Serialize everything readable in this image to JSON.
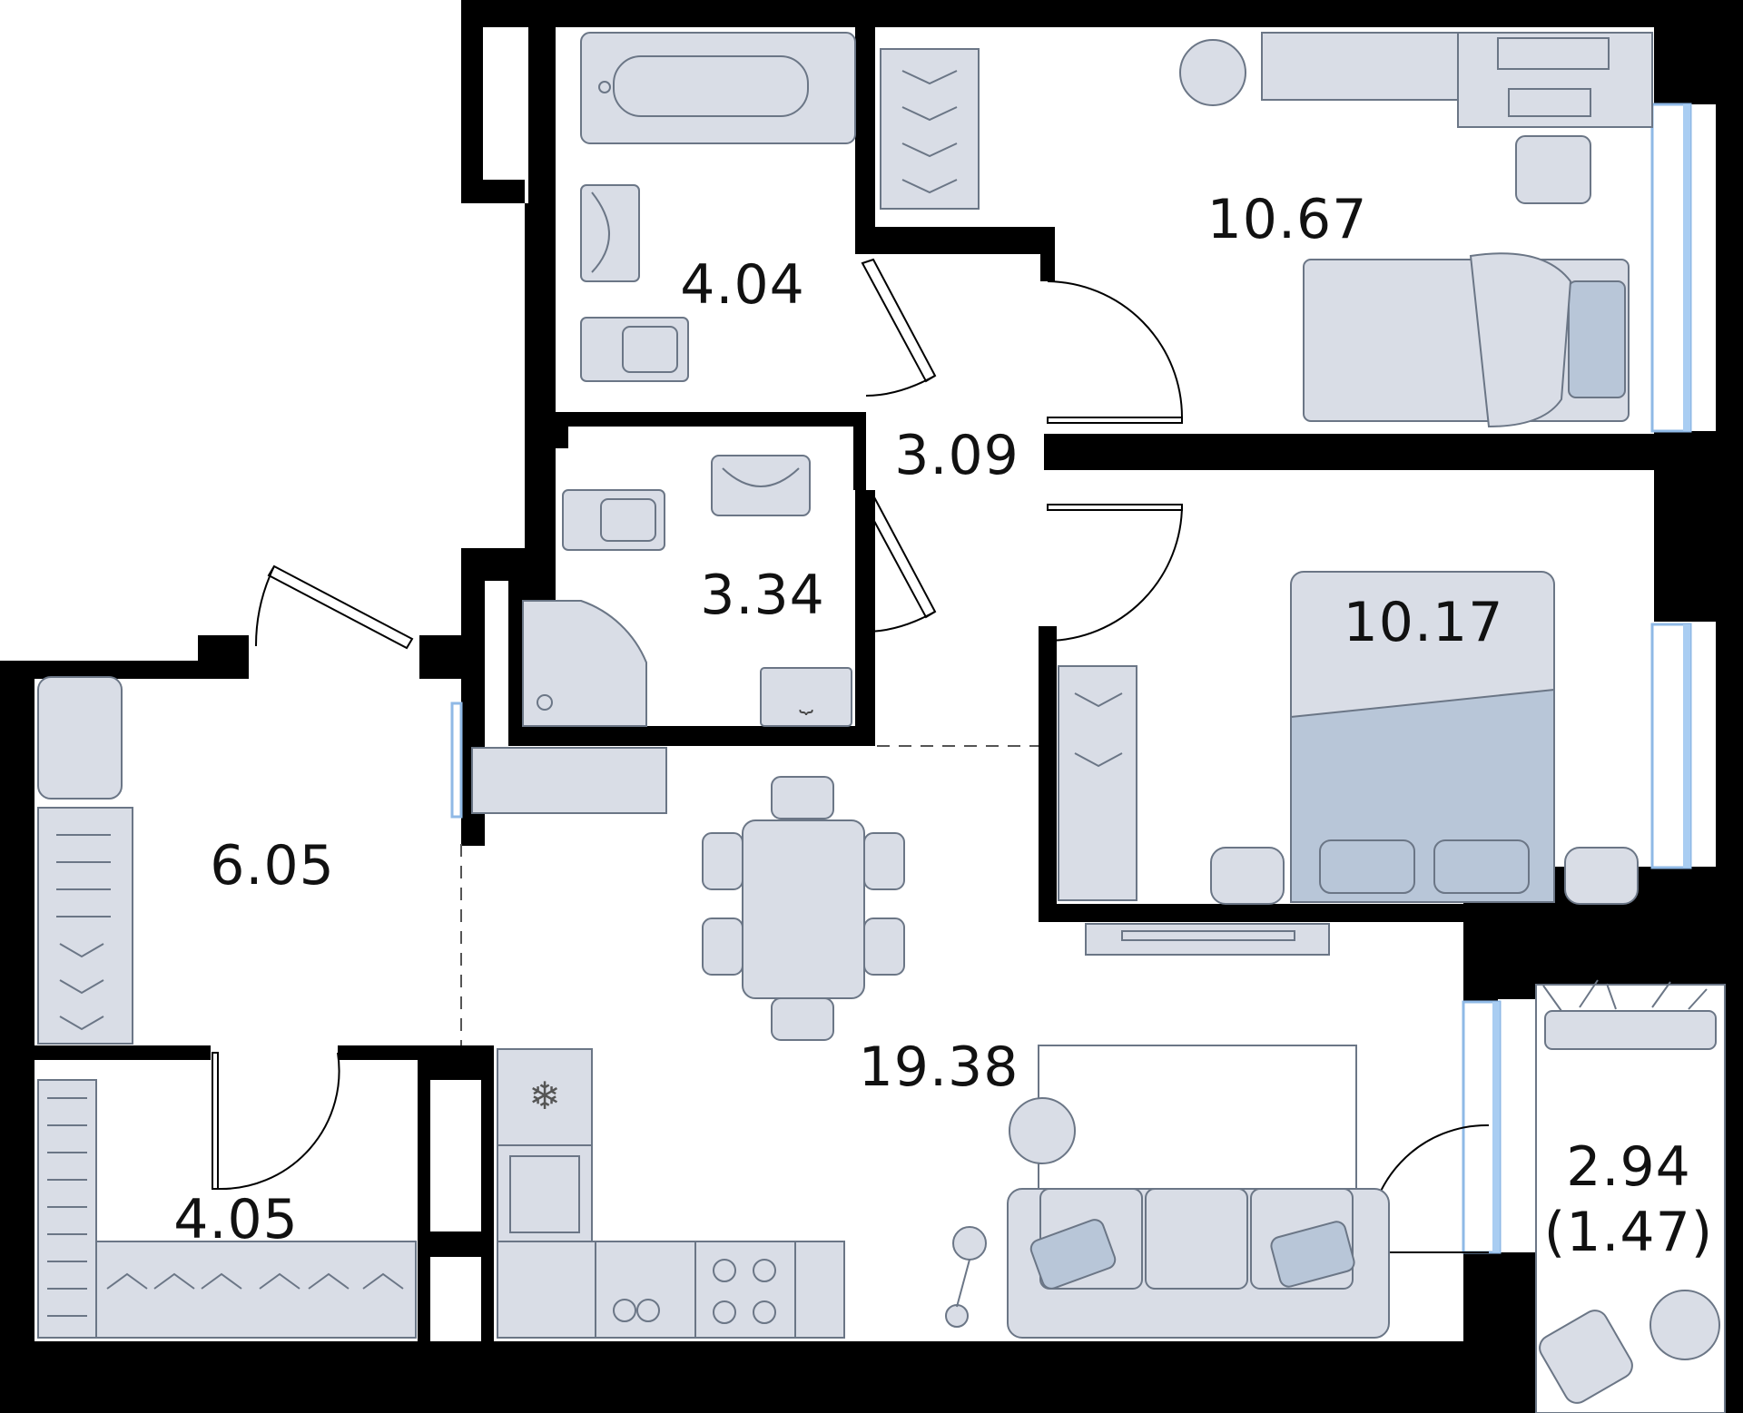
{
  "rooms": [
    {
      "id": "bathroom",
      "area": "4.04"
    },
    {
      "id": "bedroom-1",
      "area": "10.67"
    },
    {
      "id": "hall",
      "area": "3.09"
    },
    {
      "id": "wc",
      "area": "3.34"
    },
    {
      "id": "bedroom-2",
      "area": "10.17"
    },
    {
      "id": "entrance",
      "area": "6.05"
    },
    {
      "id": "living-kitchen",
      "area": "19.38"
    },
    {
      "id": "wardrobe",
      "area": "4.05"
    },
    {
      "id": "balcony",
      "area": "2.94",
      "area_reduced": "(1.47)"
    }
  ],
  "colors": {
    "wall": "#000000",
    "furniture": "#d9dde6",
    "accent_furniture": "#b8c6d8",
    "outline": "#6b7686",
    "window": "#a9cdf2"
  },
  "icons": [
    "snowflake-icon",
    "hanger-icon",
    "shoe-icon",
    "stove-burner-icon",
    "washing-icon"
  ]
}
